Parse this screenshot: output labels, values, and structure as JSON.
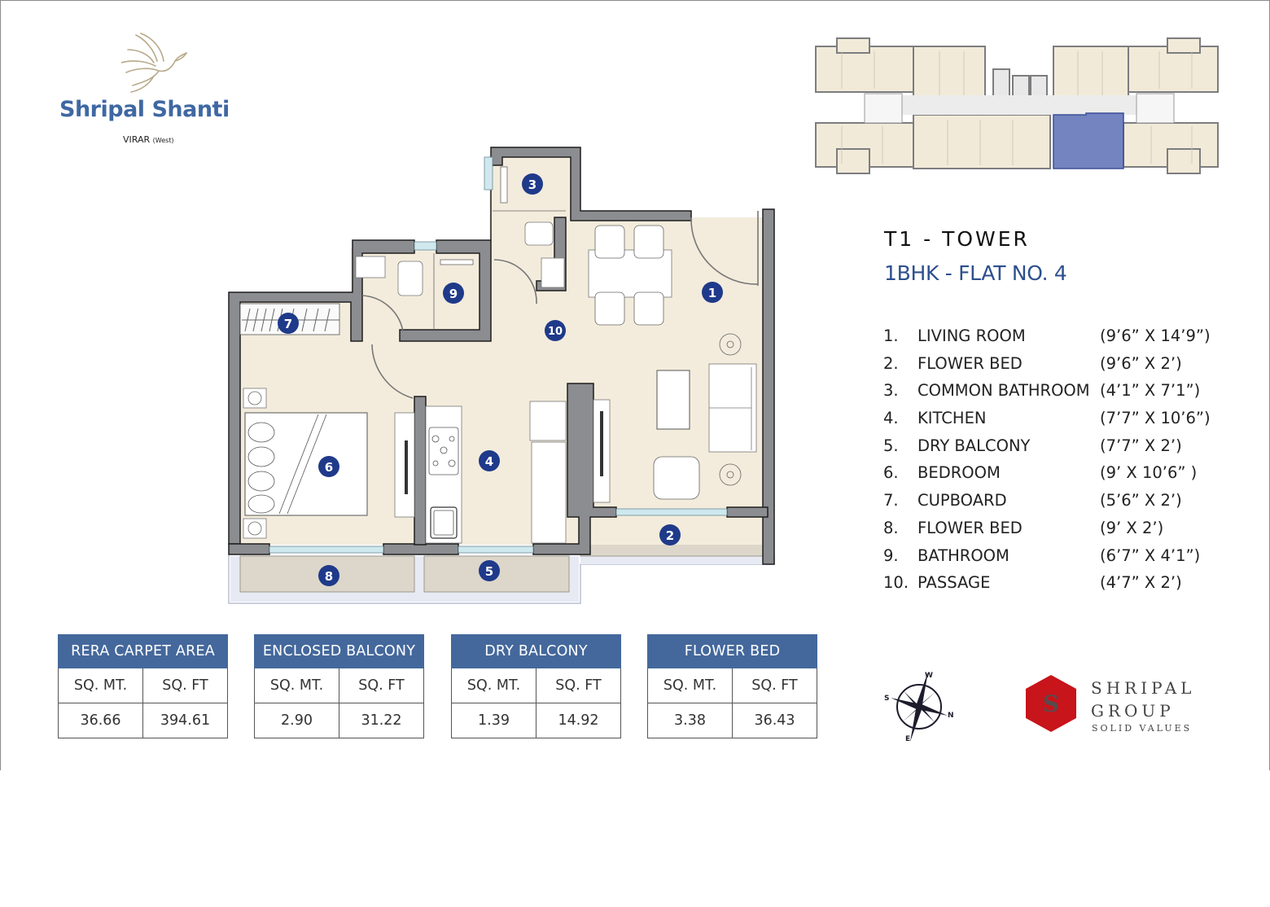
{
  "project": {
    "name": "Shripal Shanti",
    "location": "VIRAR",
    "location_note": "(West)"
  },
  "heading": {
    "tower": "T1 - TOWER",
    "flat": "1BHK - FLAT NO. 4"
  },
  "rooms": [
    {
      "no": "1.",
      "name": "LIVING ROOM",
      "dim": "(9’6” X 14’9”)"
    },
    {
      "no": "2.",
      "name": "FLOWER BED",
      "dim": "(9’6” X 2’)"
    },
    {
      "no": "3.",
      "name": "COMMON BATHROOM",
      "dim": "(4’1” X 7’1”)"
    },
    {
      "no": "4.",
      "name": "KITCHEN",
      "dim": "(7’7” X 10’6”)"
    },
    {
      "no": "5.",
      "name": "DRY BALCONY",
      "dim": "(7’7” X 2’)"
    },
    {
      "no": "6.",
      "name": "BEDROOM",
      "dim": "(9’ X 10’6” )"
    },
    {
      "no": "7.",
      "name": "CUPBOARD",
      "dim": "(5’6” X 2’)"
    },
    {
      "no": "8.",
      "name": "FLOWER BED",
      "dim": "(9’ X 2’)"
    },
    {
      "no": "9.",
      "name": "BATHROOM",
      "dim": "(6’7” X 4’1”)"
    },
    {
      "no": "10.",
      "name": "PASSAGE",
      "dim": "(4’7” X 2’)"
    }
  ],
  "plan_labels": {
    "r1": "1",
    "r2": "2",
    "r3": "3",
    "r4": "4",
    "r5": "5",
    "r6": "6",
    "r7": "7",
    "r8": "8",
    "r9": "9",
    "r10": "10"
  },
  "area_tables": [
    {
      "title": "RERA CARPET AREA",
      "col1": "SQ. MT.",
      "col2": "SQ. FT",
      "sqmt": "36.66",
      "sqft": "394.61"
    },
    {
      "title": "ENCLOSED BALCONY",
      "col1": "SQ. MT.",
      "col2": "SQ. FT",
      "sqmt": "2.90",
      "sqft": "31.22"
    },
    {
      "title": "DRY BALCONY",
      "col1": "SQ. MT.",
      "col2": "SQ. FT",
      "sqmt": "1.39",
      "sqft": "14.92"
    },
    {
      "title": "FLOWER BED",
      "col1": "SQ. MT.",
      "col2": "SQ. FT",
      "sqmt": "3.38",
      "sqft": "36.43"
    }
  ],
  "compass": {
    "top": "W",
    "left": "S",
    "right": "N",
    "bottom": "E"
  },
  "group_logo": {
    "mark": "S",
    "line1": "SHRIPAL",
    "line2": "GROUP",
    "tagline": "SOLID VALUES"
  },
  "colors": {
    "brand_blue": "#3f68a3",
    "table_header": "#44689c",
    "badge": "#1f3a8a",
    "wall": "#8c8d90",
    "floor": "#f3ecdc",
    "balcony": "#ddd6ca",
    "highlight_flat": "#5b6fb5",
    "group_red": "#c8141b"
  }
}
